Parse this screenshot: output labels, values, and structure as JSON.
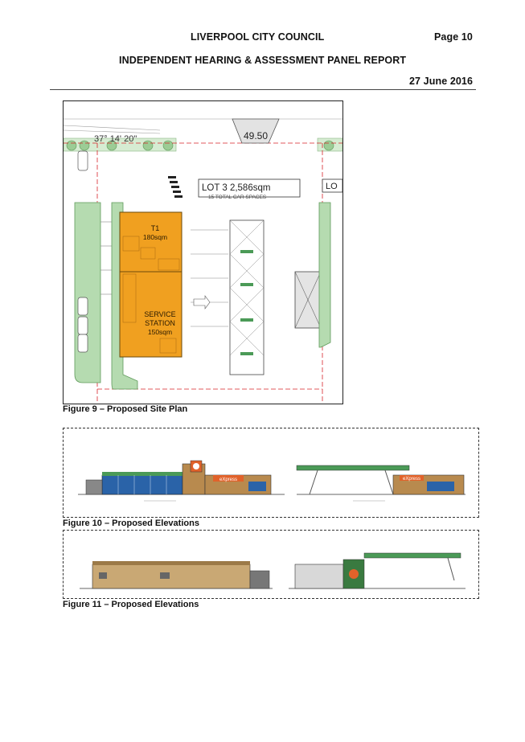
{
  "header": {
    "council": "LIVERPOOL CITY COUNCIL",
    "page": "Page 10",
    "report_title": "INDEPENDENT HEARING & ASSESSMENT PANEL REPORT",
    "date": "27 June 2016"
  },
  "figure9": {
    "caption": "Figure 9 – Proposed Site Plan",
    "labels": {
      "bearing": "37° 14' 20\"",
      "frontage": "49.50",
      "lot": "LOT 3  2,586sqm",
      "car_spaces": "15 TOTAL CAR SPACES",
      "lot_partial": "LO",
      "t1_name": "T1",
      "t1_area": "180sqm",
      "service_line1": "SERVICE",
      "service_line2": "STATION",
      "service_area": "150sqm"
    }
  },
  "figure10": {
    "caption": "Figure 10 – Proposed Elevations",
    "labels": {
      "brand": "eXpress"
    }
  },
  "figure11": {
    "caption": "Figure 11 – Proposed Elevations"
  },
  "colors": {
    "building": "#f0a020",
    "landscape": "#b5dbb0",
    "canopy_green": "#4b9a57",
    "brick": "#b88a4e",
    "glazing": "#2a63a8",
    "brand_orange": "#e1622a"
  }
}
